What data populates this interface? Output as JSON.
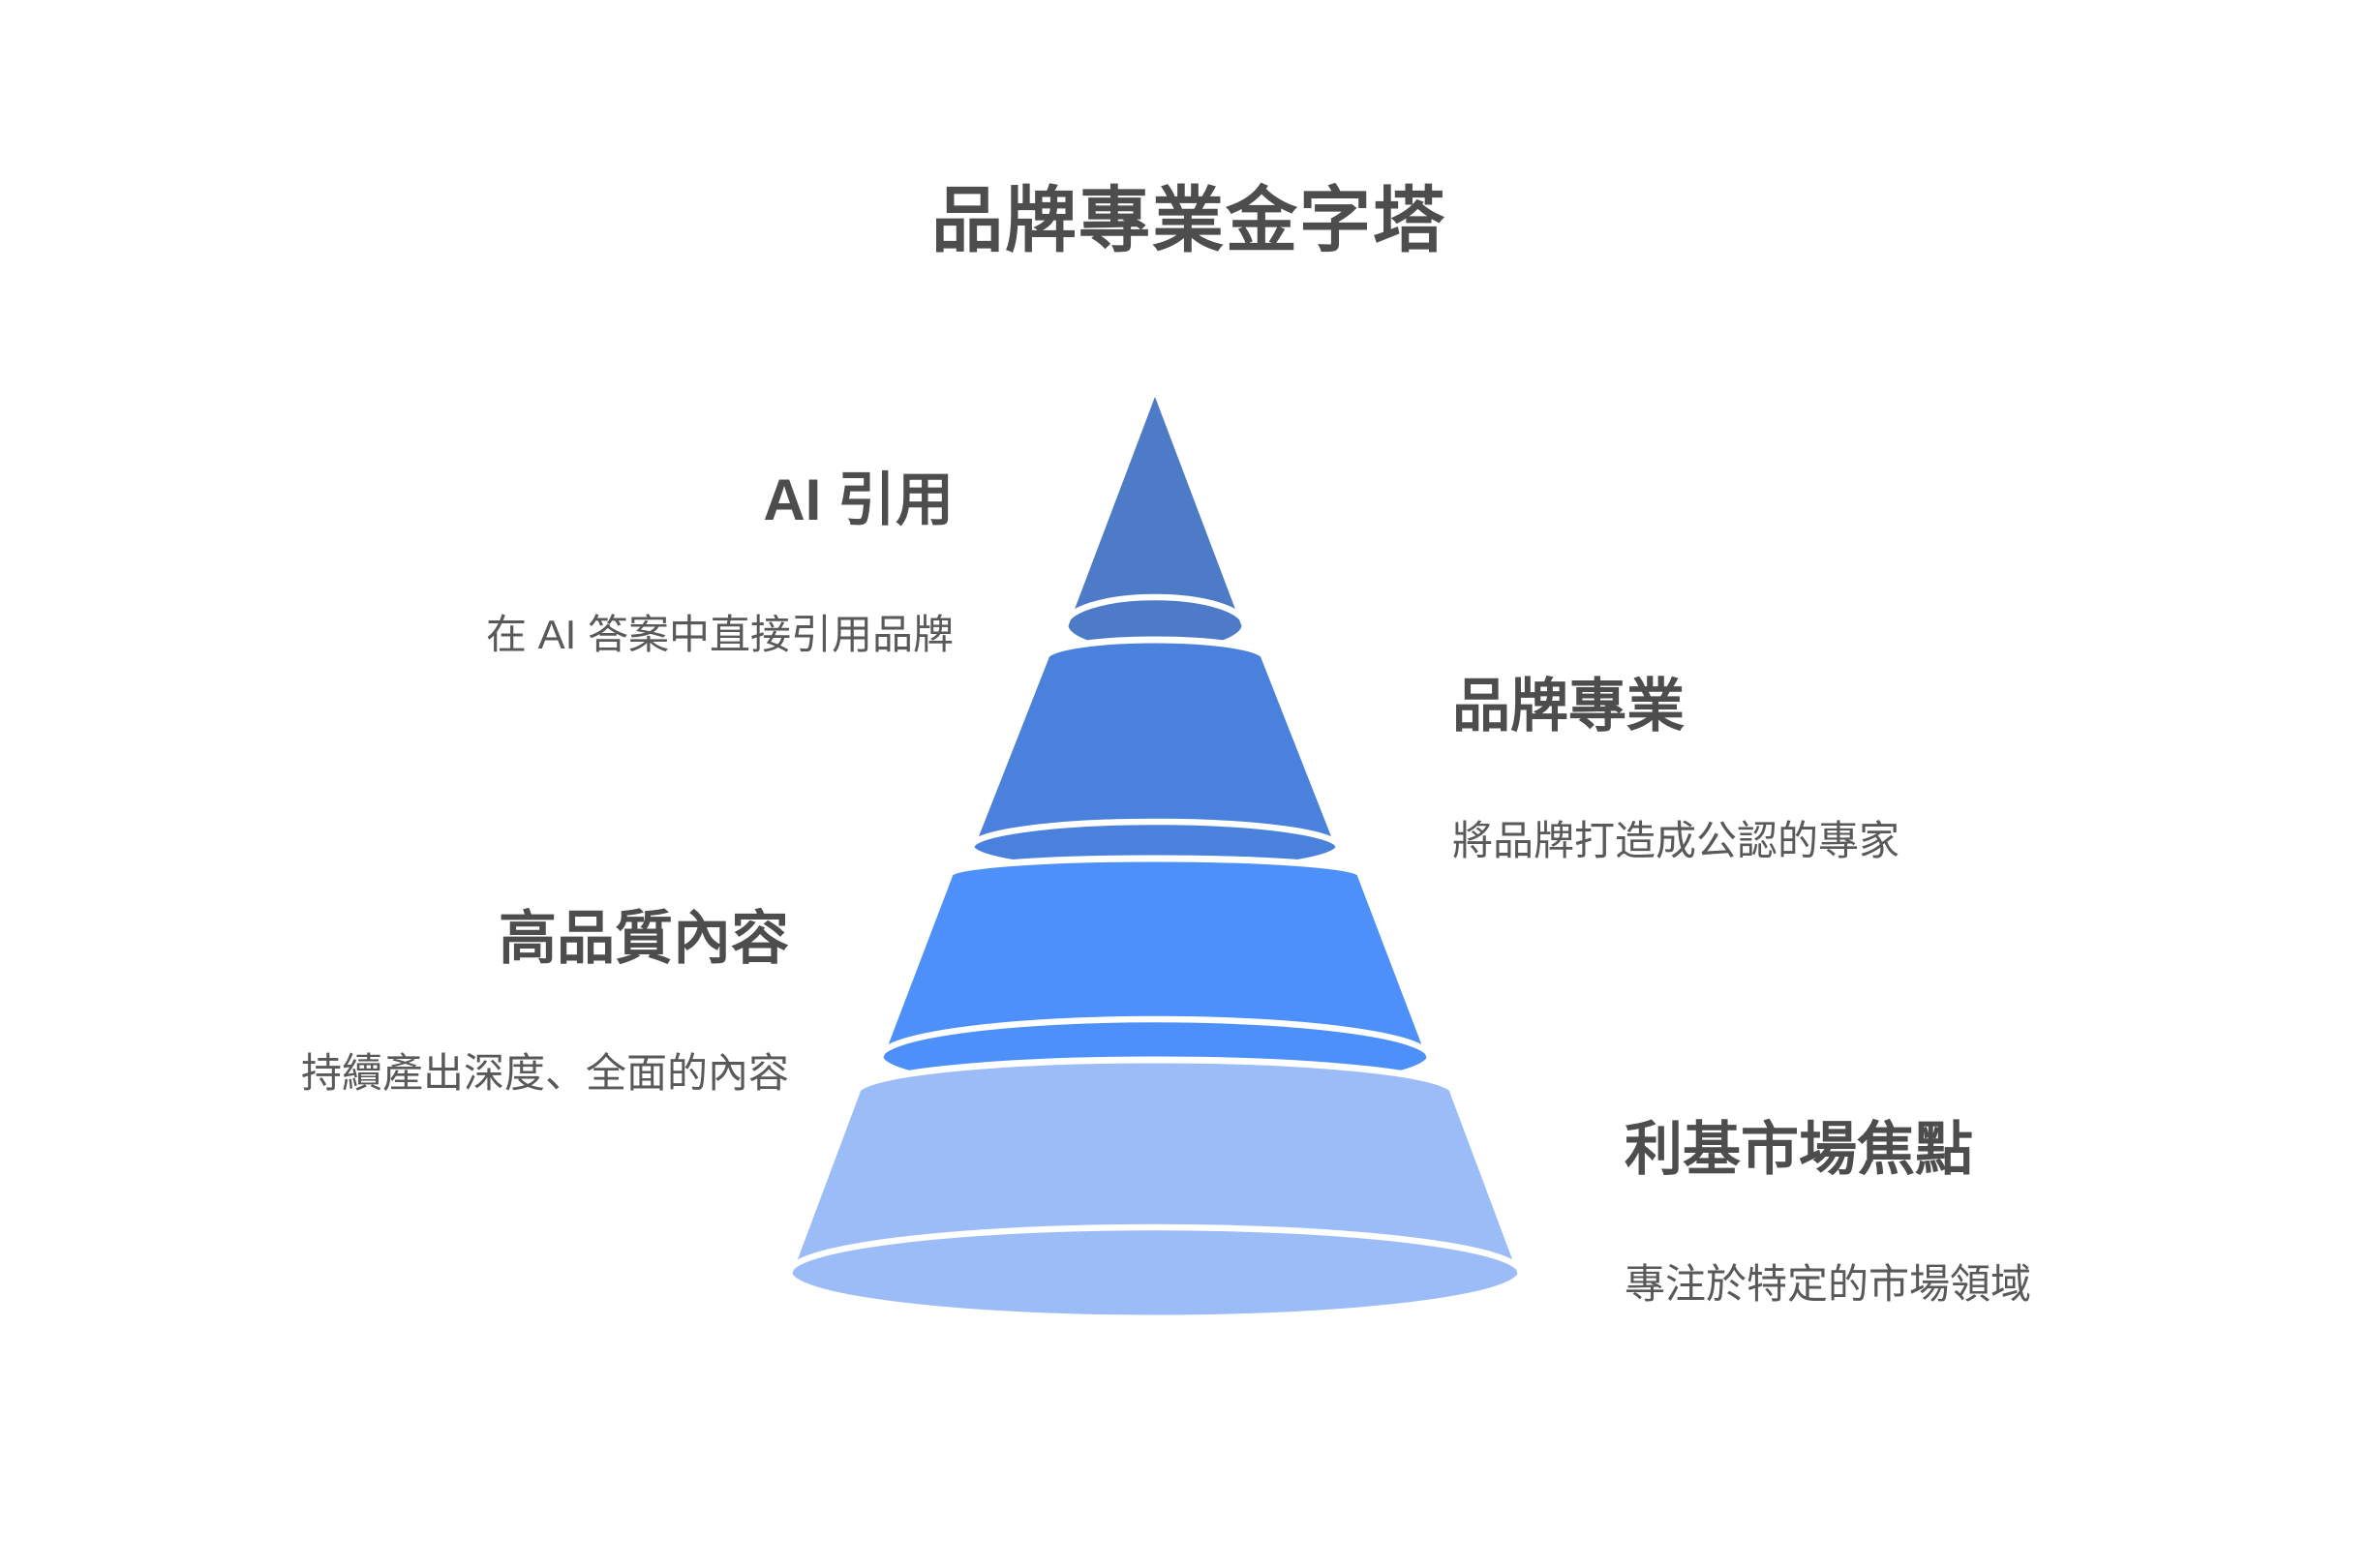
{
  "title": "品牌專業金字塔",
  "colors": {
    "background": "#ffffff",
    "separator": "#ffffff",
    "heading_text": "#4d4d4d",
    "desc_text": "#595959"
  },
  "tiers": [
    {
      "rank": 1,
      "heading": "AI 引用",
      "desc": "在 AI 答案中直接引用品牌",
      "color": "#4d7bc8",
      "label_side": "left"
    },
    {
      "rank": 2,
      "heading": "品牌專業",
      "desc": "將品牌打造成公認的專家",
      "color": "#4a81dc",
      "label_side": "right"
    },
    {
      "rank": 3,
      "heading": "高品質內容",
      "desc": "持續產出深度、全面的內容",
      "color": "#4d90fa",
      "label_side": "left"
    },
    {
      "rank": 4,
      "heading": "利基市場焦點",
      "desc": "專注於特定的市場領域",
      "color": "#9cbcf7",
      "label_side": "right"
    }
  ]
}
